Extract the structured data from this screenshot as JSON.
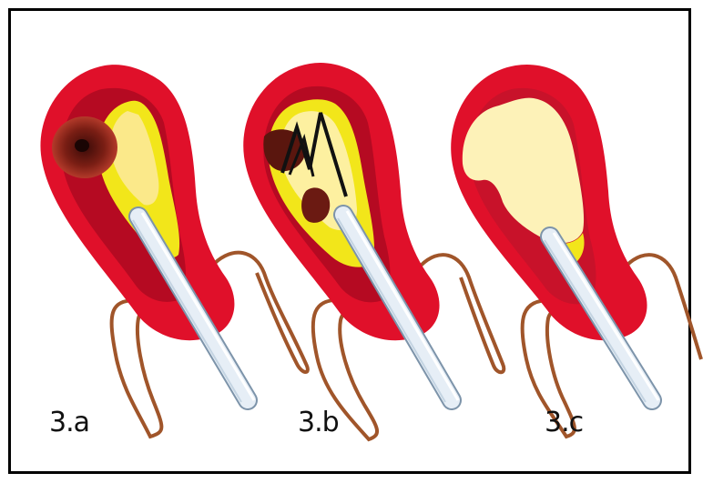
{
  "panels": [
    {
      "label": "3.a"
    },
    {
      "label": "3.b"
    },
    {
      "label": "3.c"
    }
  ],
  "colors": {
    "tissue": "#e0102a",
    "tissue_dark": "#b80a20",
    "fat": "#f2e61a",
    "cavity_pale": "#fdf2b8",
    "clot": "#6b1a12",
    "tube": "#dfeaf4",
    "tube_edge": "#8aa2b8",
    "suture": "#a0552a"
  }
}
